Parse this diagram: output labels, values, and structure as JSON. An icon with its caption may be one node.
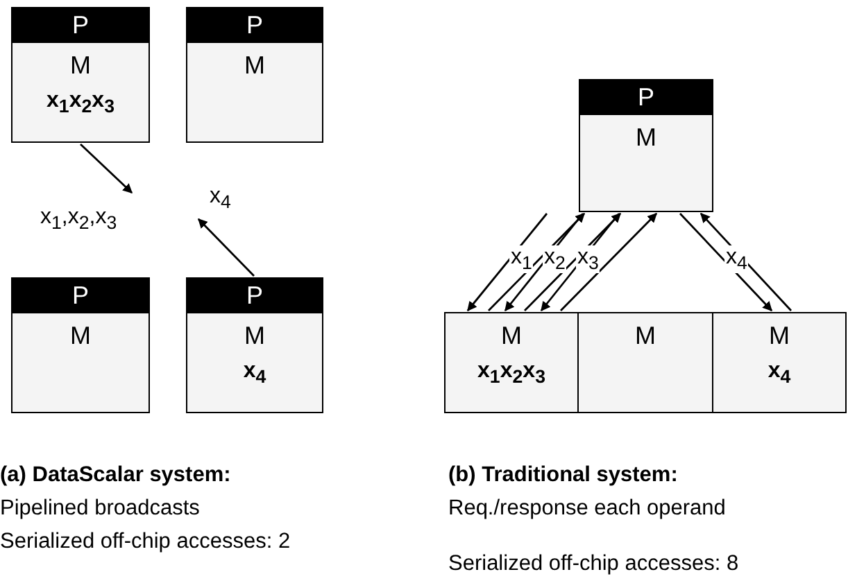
{
  "diagram": {
    "nodes": [
      {
        "text": [
          "P",
          "M",
          "x$_{1}$x$_{2}$x$_{3}$"
        ]
      },
      {
        "text": [
          "P",
          "M"
        ]
      },
      {
        "text": [
          "P",
          "M"
        ]
      },
      {
        "text": [
          "P",
          "M",
          "x$_{4}$"
        ]
      },
      {
        "text": [
          "P",
          "M"
        ]
      },
      {
        "text": [
          "M",
          "x$_{1}$x$_{2}$x$_{3}$"
        ]
      },
      {
        "text": [
          "M"
        ]
      },
      {
        "text": [
          "M",
          "x$_{4}$"
        ]
      }
    ],
    "edges": [
      {
        "from": 0,
        "to": null,
        "arrow": "to",
        "label": "x$_{1}$,x$_{2}$,x$_{3}$"
      },
      {
        "from": 3,
        "to": null,
        "arrow": "to",
        "label": "x$_{4}$"
      },
      {
        "from": 5,
        "to": 4,
        "arrow": "to",
        "label": "x$_{1}$"
      },
      {
        "from": 5,
        "to": 4,
        "arrow": "to",
        "label": "x$_{2}$"
      },
      {
        "from": 5,
        "to": 4,
        "arrow": "to",
        "label": "x$_{3}$"
      },
      {
        "from": 4,
        "to": 5,
        "arrow": "to"
      },
      {
        "from": 4,
        "to": 5,
        "arrow": "to"
      },
      {
        "from": 4,
        "to": 5,
        "arrow": "to"
      },
      {
        "from": 7,
        "to": 4,
        "arrow": "to",
        "label": "x$_{4}$"
      },
      {
        "from": 4,
        "to": 7,
        "arrow": "to"
      }
    ],
    "labels": [
      "(a) DataScalar system:",
      "Pipelined broadcasts",
      "Serialized off-chip accesses: 2",
      "(b) Traditional system:",
      "Req./response each operand",
      "Serialized off-chip accesses: 8"
    ]
  }
}
